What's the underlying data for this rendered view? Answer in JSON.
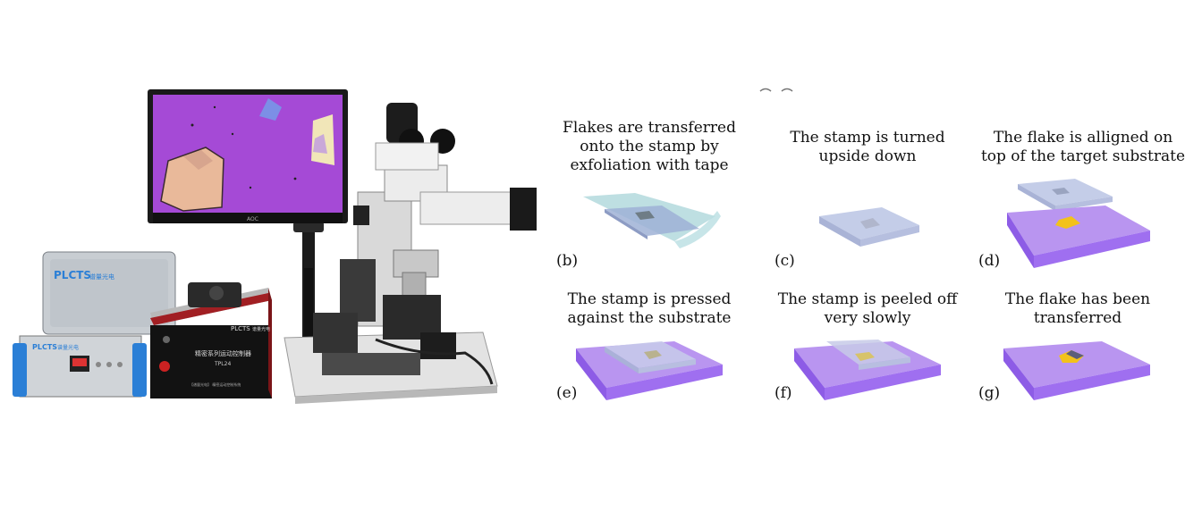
{
  "photo": {
    "monitor_brand": "AOC",
    "box1_brand": "PLCTS",
    "box1_brand_cn": "谱量光电",
    "box2_brand": "PLCTS",
    "box2_brand_cn": "谱量光电",
    "controller_brand": "PLCTS",
    "controller_brand_cn": "谱量光电",
    "controller_title": "精密系列运动控制器",
    "controller_model": "TPL24",
    "controller_footer": "【谱量光电】 精密运动控制系统",
    "colors": {
      "screen_bg": "#a54ad6",
      "controller_red": "#a11f23",
      "box_blue": "#2b7fd6"
    }
  },
  "panels": [
    {
      "id": "b",
      "label": "(b)",
      "caption": "Flakes are transferred\nonto the stamp by\nexfoliation with tape"
    },
    {
      "id": "c",
      "label": "(c)",
      "caption": "The stamp is turned\nupside down"
    },
    {
      "id": "d",
      "label": "(d)",
      "caption": "The flake is alligned on\ntop of the target substrate"
    },
    {
      "id": "e",
      "label": "(e)",
      "caption": "The stamp is pressed\nagainst the substrate"
    },
    {
      "id": "f",
      "label": "(f)",
      "caption": "The stamp is peeled off\nvery slowly"
    },
    {
      "id": "g",
      "label": "(g)",
      "caption": "The flake has been\ntransferred"
    }
  ],
  "colors": {
    "substrate_top": "#b995f0",
    "substrate_side": "#8d5ce6",
    "stamp": "#c4cde8",
    "tape": "#a8d4d8",
    "flake_gold": "#f2c21b",
    "flake_dark": "#7f8aa8"
  }
}
